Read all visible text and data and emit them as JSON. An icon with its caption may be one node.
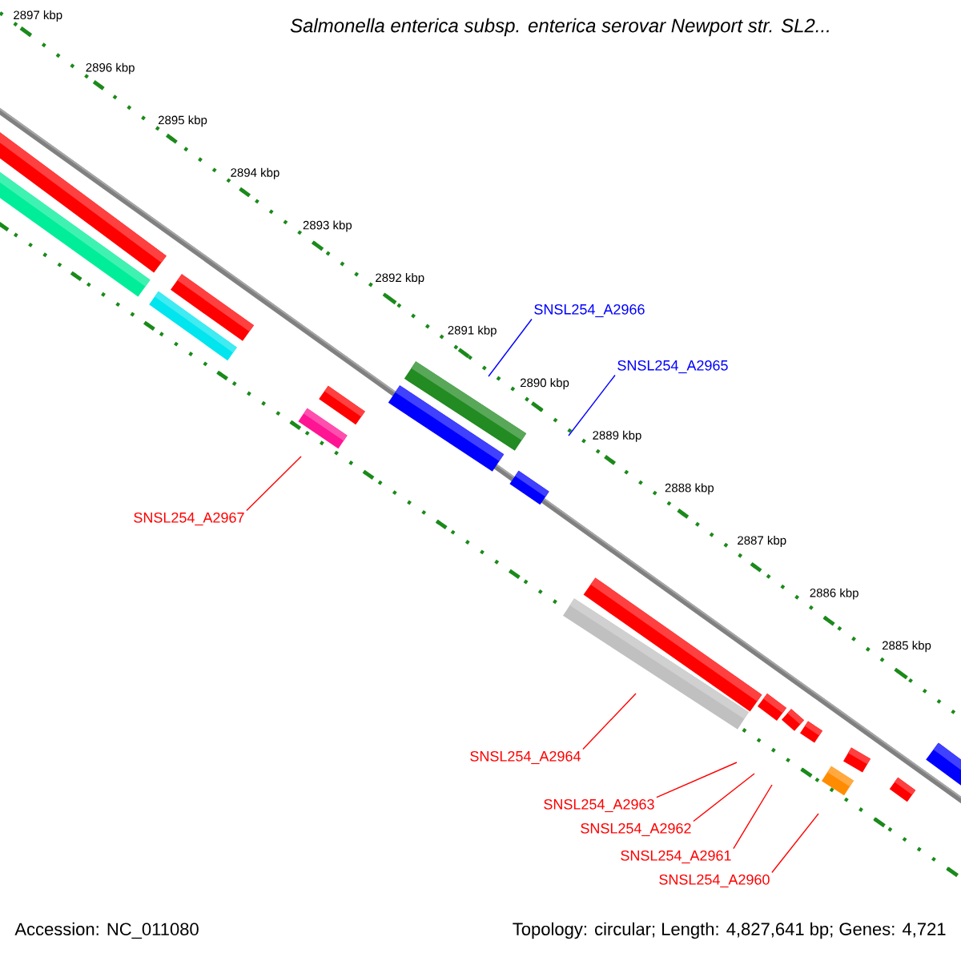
{
  "diagram": {
    "title": "Salmonella enterica subsp. enterica serovar Newport str. SL2...",
    "nodes": [
      {
        "text": [
          "SNSL254_A2966"
        ]
      },
      {
        "text": [
          "SNSL254_A2965"
        ]
      },
      {
        "text": [
          "SNSL254_A2967"
        ]
      },
      {
        "text": [
          "SNSL254_A2964"
        ]
      },
      {
        "text": [
          "SNSL254_A2963"
        ]
      },
      {
        "text": [
          "SNSL254_A2962"
        ]
      },
      {
        "text": [
          "SNSL254_A2961"
        ]
      },
      {
        "text": [
          "SNSL254_A2960"
        ]
      }
    ],
    "edges": [
      {
        "from": 0,
        "to": null,
        "arrow": "none",
        "color": "#0000ff"
      },
      {
        "from": 1,
        "to": null,
        "arrow": "none",
        "color": "#0000ff"
      },
      {
        "from": 2,
        "to": null,
        "arrow": "none"
      },
      {
        "from": 3,
        "to": null,
        "arrow": "none"
      },
      {
        "from": 4,
        "to": null,
        "arrow": "none"
      },
      {
        "from": 5,
        "to": null,
        "arrow": "none"
      },
      {
        "from": 6,
        "to": null,
        "arrow": "none"
      },
      {
        "from": 7,
        "to": null,
        "arrow": "none"
      }
    ],
    "labels": [
      "2897 kbp",
      "2896 kbp",
      "2895 kbp",
      "2894 kbp",
      "2893 kbp",
      "2892 kbp",
      "2891 kbp",
      "2890 kbp",
      "2889 kbp",
      "2888 kbp",
      "2887 kbp",
      "2886 kbp",
      "2885 kbp",
      "Accession: NC_011080",
      "Topology: circular; Length: 4,827,641 bp; Genes: 4,721"
    ]
  }
}
